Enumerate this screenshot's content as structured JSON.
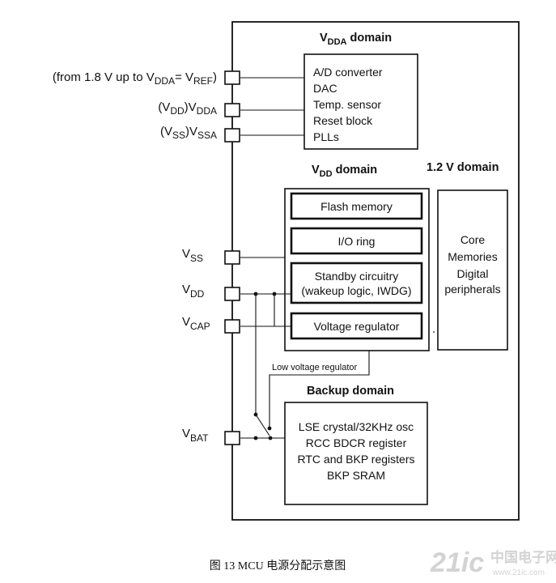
{
  "domains": {
    "vdda_prefix": "V",
    "vdda_sub": "DDA",
    "vdda_suffix": " domain",
    "vdd_prefix": "V",
    "vdd_sub": "DD",
    "vdd_suffix": " domain",
    "core": "1.2 V domain",
    "backup": "Backup domain"
  },
  "vdda_box": [
    "A/D converter",
    "DAC",
    "Temp. sensor",
    "Reset block",
    "PLLs"
  ],
  "vdd_blocks": {
    "flash": "Flash memory",
    "io": "I/O ring",
    "standby_1": "Standby circuitry",
    "standby_2": "(wakeup logic, IWDG)",
    "regulator": "Voltage regulator"
  },
  "core_box": [
    "Core",
    "Memories",
    "Digital",
    "peripherals"
  ],
  "low_voltage_regulator": "Low voltage regulator",
  "backup_box": [
    "LSE crystal/32KHz osc",
    "RCC BDCR register",
    "RTC and BKP registers",
    "BKP SRAM"
  ],
  "pins": {
    "vref_1": "(from 1.8 V up to V",
    "vref_2": "DDA",
    "vref_3": "= V",
    "vref_4": "REF",
    "vref_5": ")",
    "vdda_1": "(V",
    "vdda_2": "DD",
    "vdda_3": ")V",
    "vdda_4": "DDA",
    "vssa_1": "(V",
    "vssa_2": "SS",
    "vssa_3": ")V",
    "vssa_4": "SSA",
    "vss_1": "V",
    "vss_2": "SS",
    "vdd_1": "V",
    "vdd_2": "DD",
    "vcap_1": "V",
    "vcap_2": "CAP",
    "vbat_1": "V",
    "vbat_2": "BAT"
  },
  "caption": "图 13 MCU 电源分配示意图",
  "watermark": {
    "brand": "21ic",
    "cn": "中国电子网",
    "url": "www.21ic.com"
  }
}
